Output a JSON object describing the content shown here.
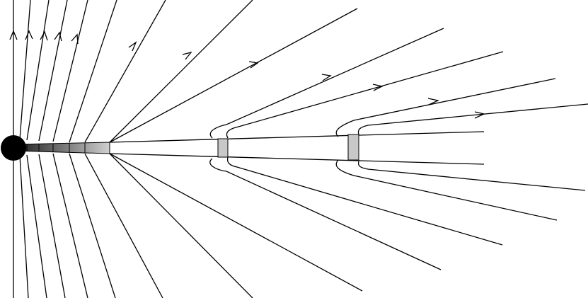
{
  "diagram": {
    "description_visible_text": [],
    "elements": {
      "source": {
        "kind": "filled-circle",
        "color": "#000000"
      },
      "field_lines": {
        "count": 22,
        "color": "#000000",
        "arrow_direction": "outward-upper-half"
      },
      "flux_tube": {
        "color_dark": "#2a2a2a",
        "color_light": "#c8c8c8"
      },
      "cross_sections": {
        "count": 2,
        "fill": "#c8c8c8"
      }
    }
  }
}
